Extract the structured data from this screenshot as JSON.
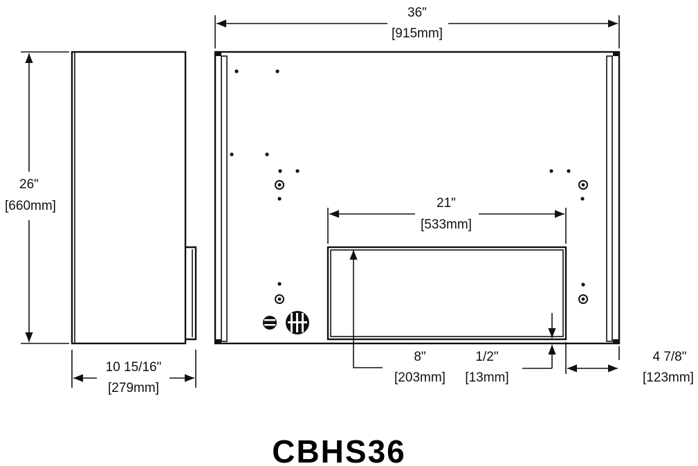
{
  "model": "CBHS36",
  "dimensions": {
    "overall_width": {
      "imperial": "36\"",
      "metric": "[915mm]"
    },
    "height": {
      "imperial": "26\"",
      "metric": "[660mm]"
    },
    "depth": {
      "imperial": "10 15/16\"",
      "metric": "[279mm]"
    },
    "opening_width": {
      "imperial": "21\"",
      "metric": "[533mm]"
    },
    "opening_height": {
      "imperial": "8\"",
      "metric": "[203mm]"
    },
    "opening_offset": {
      "imperial": "1/2\"",
      "metric": "[13mm]"
    },
    "side_offset": {
      "imperial": "4 7/8\"",
      "metric": "[123mm]"
    }
  }
}
